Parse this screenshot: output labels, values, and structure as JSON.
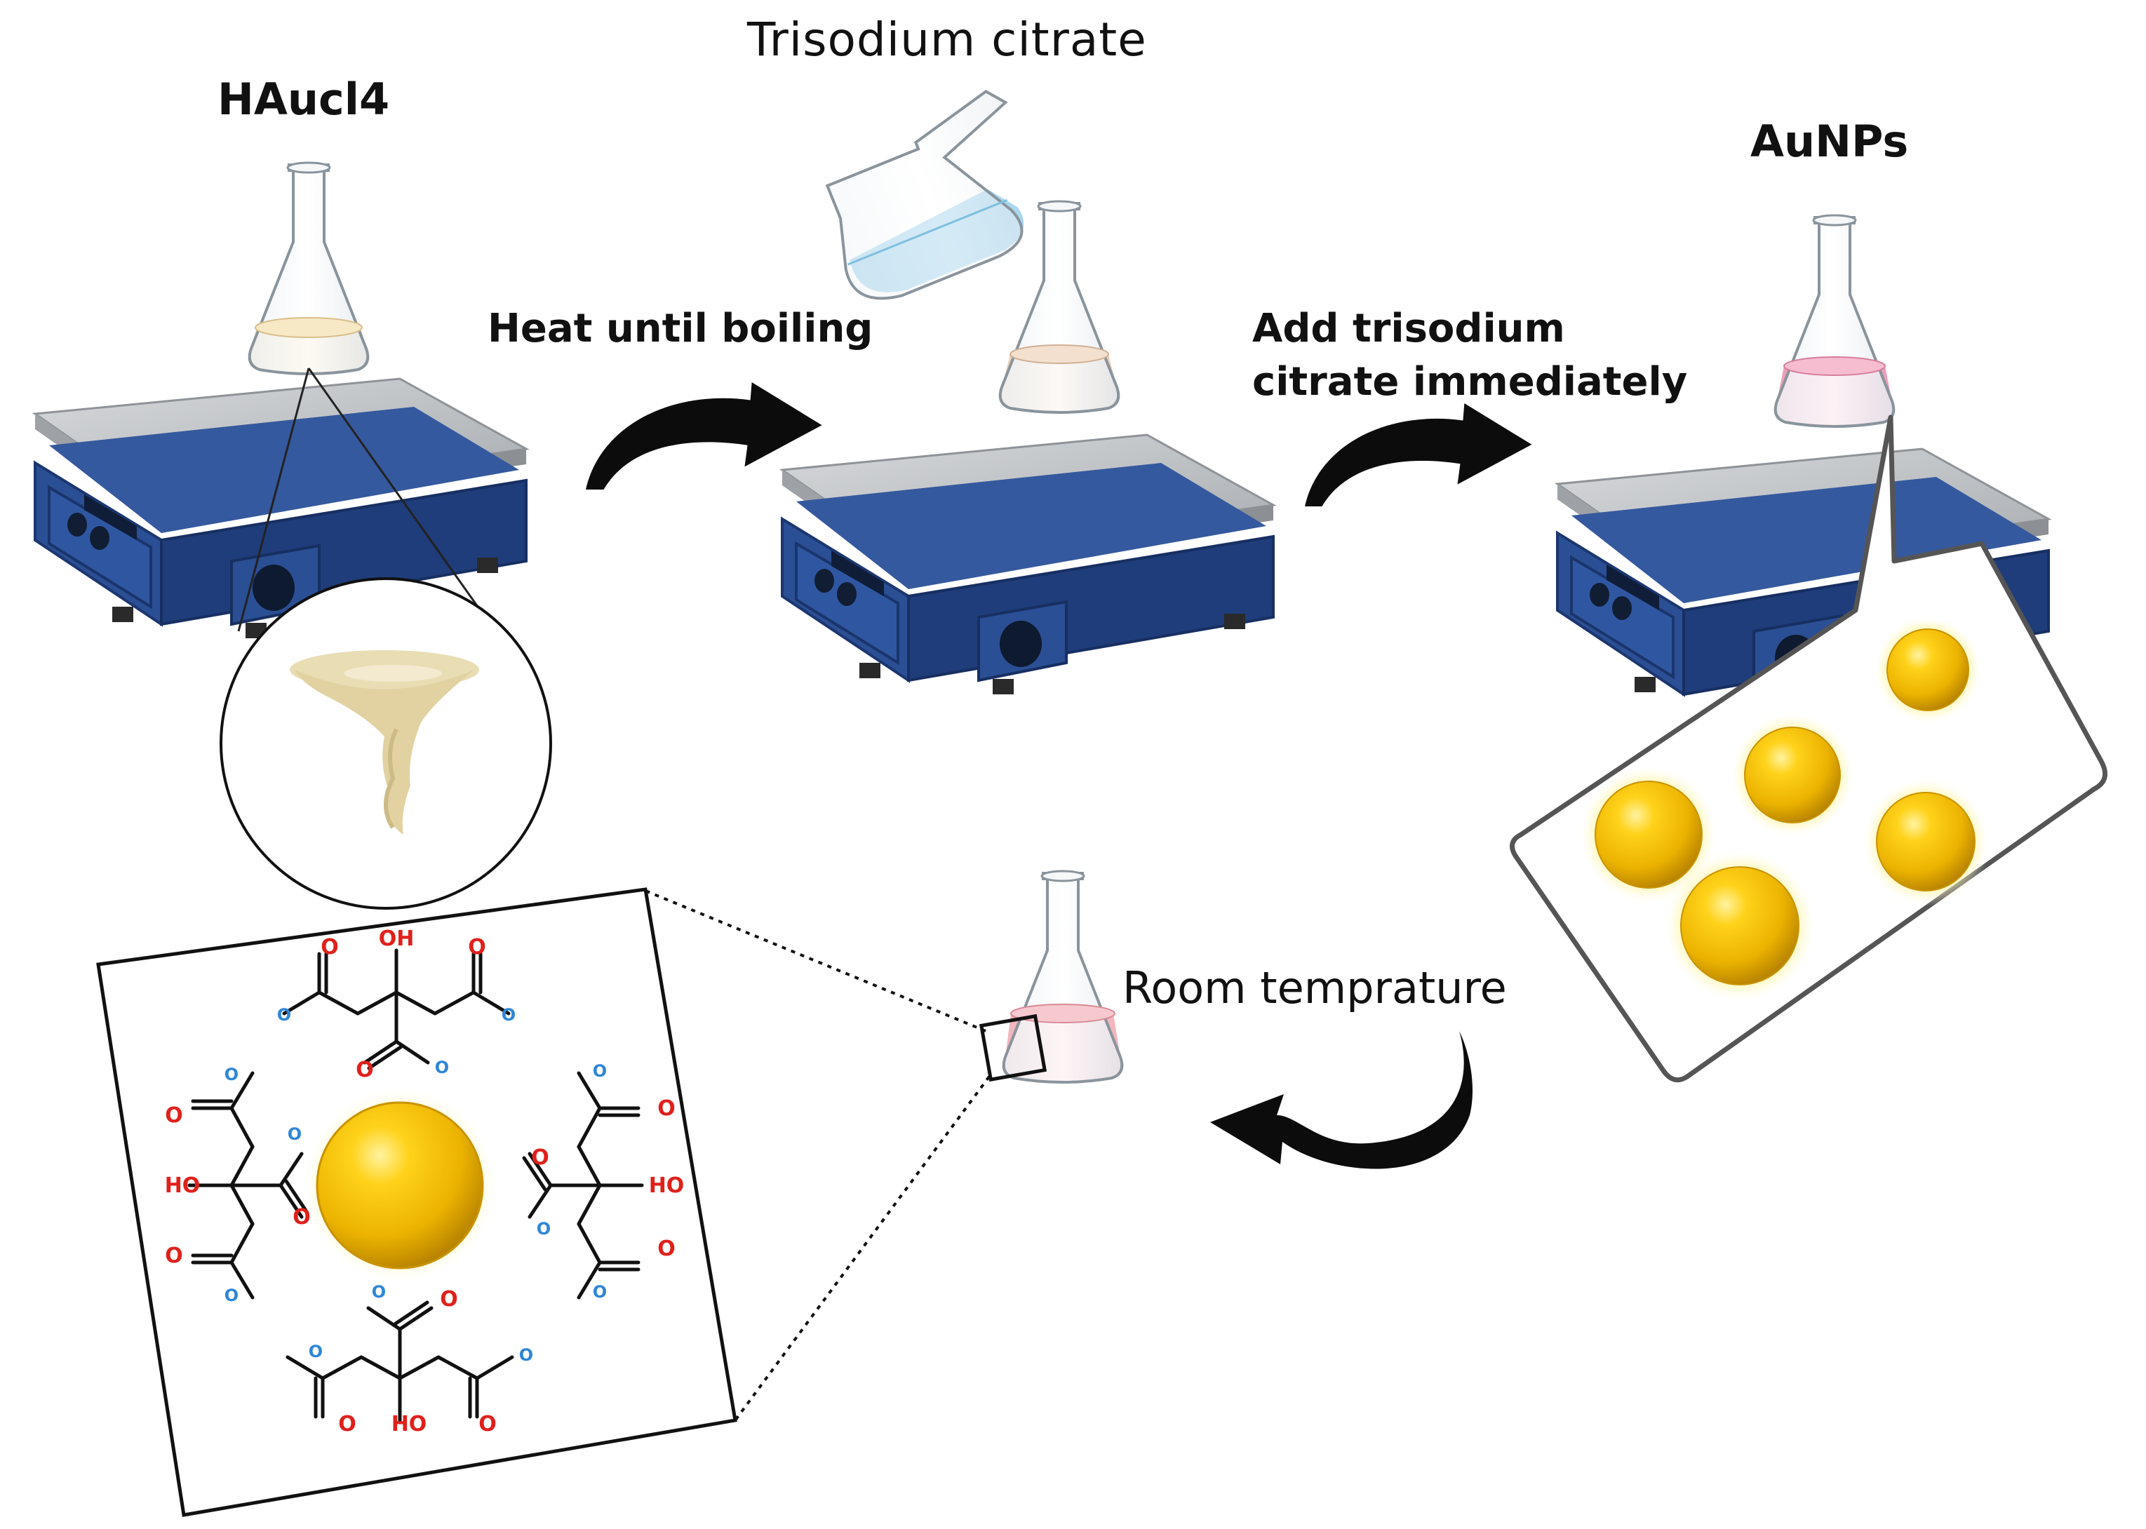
{
  "labels": {
    "haucl4": "HAucl4",
    "trisodium_citrate": "Trisodium citrate",
    "aunps": "AuNPs",
    "heat_until_boiling": "Heat until boiling",
    "add_trisodium_line1": "Add trisodium",
    "add_trisodium_line2": "citrate immediately",
    "room_temperature": "Room temprature"
  },
  "molecule_labels": {
    "hydroxyl": "OH",
    "hydroxyl_rotated": "HO",
    "oxygen": "O",
    "oxide": "O",
    "charge": "-"
  },
  "colors": {
    "hotplate_body": "#2a4f95",
    "hotplate_dark": "#1c3770",
    "hotplate_top": "#b9bcbf",
    "solution_haucl4": "#f3dcae",
    "solution_boiling": "#ecd2bb",
    "solution_aunps": "#ef9fba",
    "solution_room": "#f2b6bd",
    "citrate_liquid": "#9fd2ea",
    "gold": "#f2bd00",
    "gold_glow": "#fff27a",
    "oxygen_red": "#e0201b",
    "charge_blue": "#2f86d6",
    "arrow": "#0c0c0c"
  },
  "icons": [
    "hotplate-stirrer",
    "erlenmeyer-flask",
    "vortex",
    "gold-nanoparticle",
    "citrate-molecule",
    "curved-arrow"
  ]
}
